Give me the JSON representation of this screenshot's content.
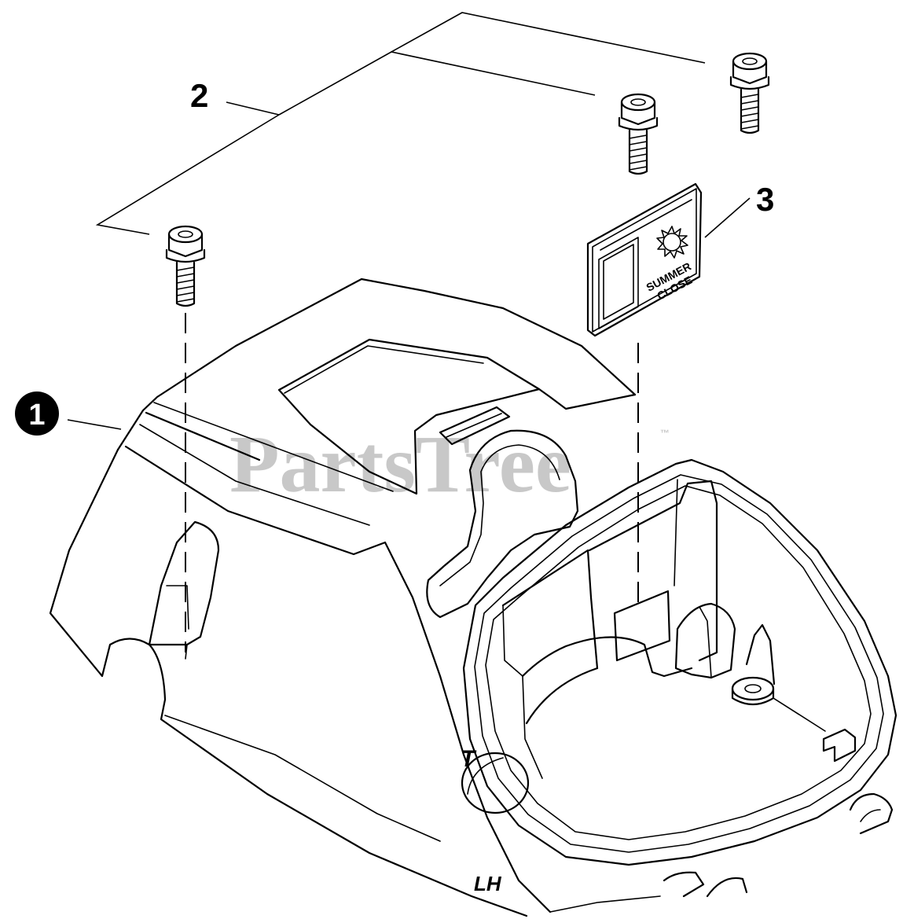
{
  "diagram": {
    "callouts": [
      {
        "id": "1",
        "label": "1",
        "style": "filled-circle",
        "part": "cover-housing"
      },
      {
        "id": "2",
        "label": "2",
        "style": "plain",
        "part": "screw"
      },
      {
        "id": "3",
        "label": "3",
        "style": "plain",
        "part": "summer-close-plate"
      }
    ],
    "plate_text_line1": "SUMMER",
    "plate_text_line2": "CLOSE",
    "housing_mark_t": "T",
    "housing_mark_lh": "LH",
    "watermark": "PartsTree",
    "watermark_tm": "™",
    "colors": {
      "line": "#000000",
      "background": "#ffffff",
      "watermark": "#c8c8c8"
    }
  }
}
